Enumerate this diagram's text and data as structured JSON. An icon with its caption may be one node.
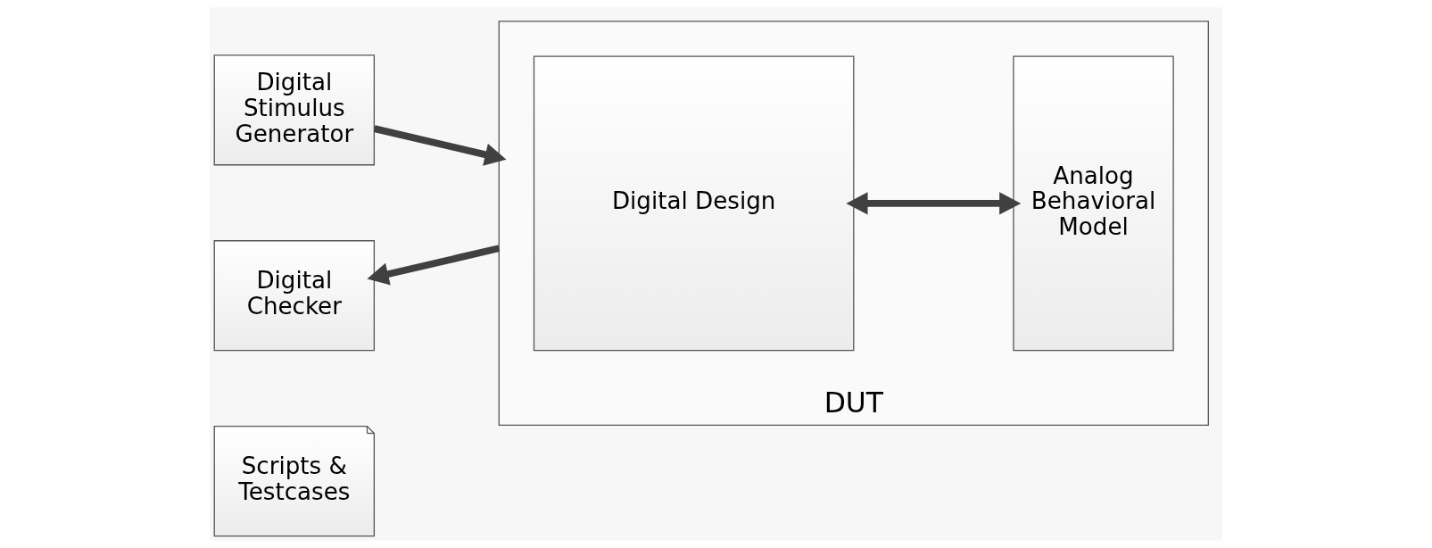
{
  "diagram": {
    "nodes": [
      {
        "text": [
          "Scripts & Testcases"
        ]
      },
      {
        "text": [
          "Digital Stimulus Generator"
        ]
      },
      {
        "text": [
          "Digital Checker"
        ]
      },
      {
        "text": [
          "DUT"
        ]
      },
      {
        "text": [
          "Digital Design"
        ],
        "in": 3
      },
      {
        "text": [
          "Analog Behavioral Model"
        ],
        "in": 3
      }
    ],
    "edges": [
      {
        "from": 1,
        "to": 3,
        "arrow": "to"
      },
      {
        "from": 3,
        "to": 2,
        "arrow": "to"
      },
      {
        "from": 4,
        "to": 5,
        "arrow": "both"
      }
    ]
  }
}
